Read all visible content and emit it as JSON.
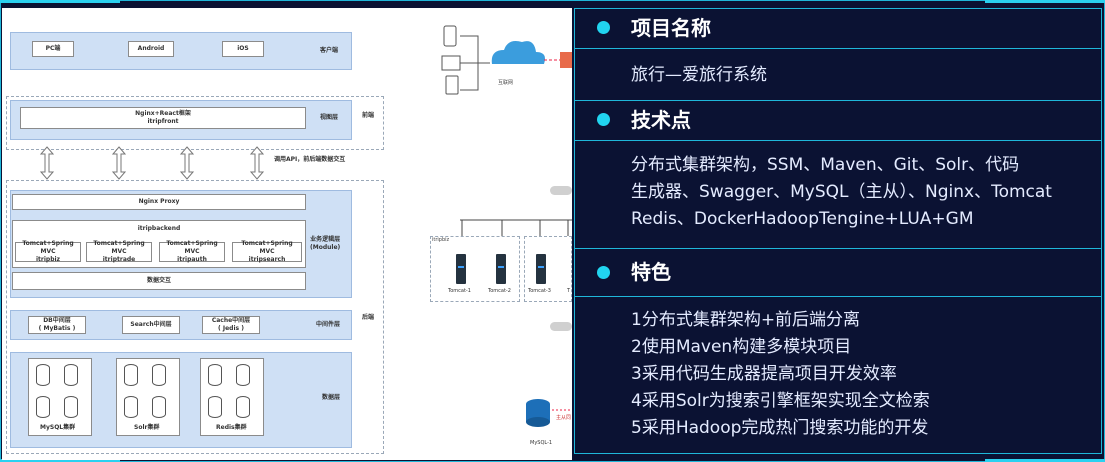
{
  "diagram": {
    "clients": [
      "PC端",
      "Android",
      "iOS"
    ],
    "client_layer": "客户端",
    "frontend_box": "Nginx+React框架\nitripfront",
    "view_layer": "视图层",
    "frontend_group": "前端",
    "api_note": "调用API，前后端数据交互",
    "nginx_proxy": "Nginx Proxy",
    "backend_name": "itripbackend",
    "modules": [
      "Tomcat+Spring MVC\nitripbiz",
      "Tomcat+Spring MVC\nitriptrade",
      "Tomcat+Spring MVC\nitripauth",
      "Tomcat+Spring MVC\nitripsearch"
    ],
    "data_exchange": "数据交互",
    "logic_layer": "业务逻辑层\n(Module)",
    "middleware": [
      "DB中间层\n( MyBatis )",
      "Search中间层",
      "Cache中间层\n( Jedis )"
    ],
    "middleware_layer": "中间件层",
    "backend_group": "后端",
    "clusters": [
      "MySQL集群",
      "Solr集群",
      "Redis集群"
    ],
    "data_layer": "数据层",
    "internet": "互联网",
    "servers": [
      "Tomcat-1",
      "Tomcat-2",
      "Tomcat-3",
      "T"
    ],
    "itripbiz_tag": "itripbiz",
    "mysql": "MySQL-1",
    "mysql_note": "主从同"
  },
  "panel": {
    "sections": [
      {
        "title": "项目名称",
        "lines": [
          "旅行—爱旅行系统"
        ]
      },
      {
        "title": "技术点",
        "lines": [
          "分布式集群架构，SSM、Maven、Git、Solr、代码",
          "生成器、Swagger、MySQL（主从）、Nginx、Tomcat",
          "Redis、DockerHadoopTengine+LUA+GM"
        ]
      },
      {
        "title": "特色",
        "lines": [
          "1分布式集群架构+前后端分离",
          "2使用Maven构建多模块项目",
          "3采用代码生成器提高项目开发效率",
          "4采用Solr为搜索引擎框架实现全文检索",
          "5采用Hadoop完成热门搜索功能的开发"
        ]
      }
    ]
  },
  "colors": {
    "background": "#0b1233",
    "accent": "#21d4f0",
    "border": "#1fb6d9",
    "text": "#e4ebff",
    "title": "#ffffff"
  }
}
